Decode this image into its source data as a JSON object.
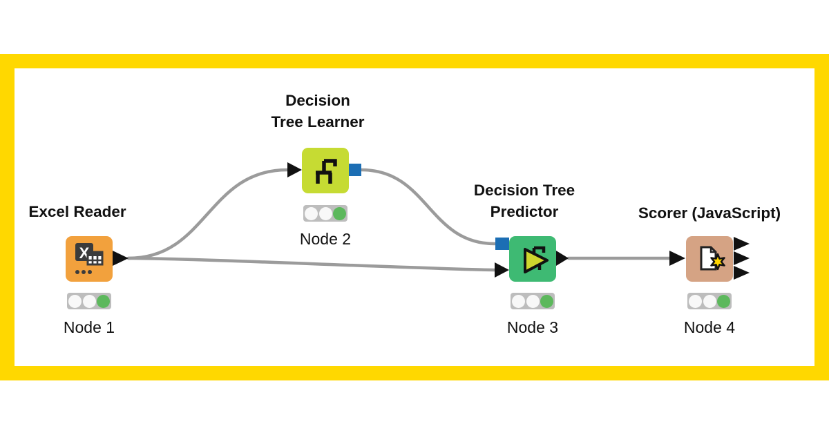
{
  "frame": {
    "color": "#FFD800"
  },
  "canvas": {
    "background": "#FFFFFF"
  },
  "workflow": {
    "nodes": [
      {
        "name": "Excel Reader",
        "title_lines": [
          "Excel Reader"
        ],
        "label": "Node 1",
        "node_color": "#F2A13D",
        "icon": "excel-reader-icon",
        "status_lights": [
          "off",
          "off",
          "green"
        ],
        "inputs": [],
        "outputs": [
          "data"
        ]
      },
      {
        "name": "Decision Tree Learner",
        "title_lines": [
          "Decision",
          "Tree Learner"
        ],
        "label": "Node 2",
        "node_color": "#C6DB33",
        "icon": "decision-tree-learner-icon",
        "status_lights": [
          "off",
          "off",
          "green"
        ],
        "inputs": [
          "data"
        ],
        "outputs": [
          "model"
        ]
      },
      {
        "name": "Decision Tree Predictor",
        "title_lines": [
          "Decision Tree",
          "Predictor"
        ],
        "label": "Node 3",
        "node_color": "#3EBA73",
        "icon": "decision-tree-predictor-icon",
        "status_lights": [
          "off",
          "off",
          "green"
        ],
        "inputs": [
          "model",
          "data"
        ],
        "outputs": [
          "data"
        ]
      },
      {
        "name": "Scorer (JavaScript)",
        "title_lines": [
          "Scorer (JavaScript)"
        ],
        "label": "Node 4",
        "node_color": "#D5A384",
        "icon": "scorer-javascript-icon",
        "status_lights": [
          "off",
          "off",
          "green"
        ],
        "inputs": [
          "data"
        ],
        "outputs": [
          "data",
          "data",
          "data"
        ]
      }
    ],
    "connections": [
      {
        "from": "Node 1",
        "to": "Node 2"
      },
      {
        "from": "Node 1",
        "to": "Node 3"
      },
      {
        "from": "Node 2",
        "to": "Node 3"
      },
      {
        "from": "Node 3",
        "to": "Node 4"
      }
    ]
  },
  "colors": {
    "frame_yellow": "#FFD800",
    "wire_gray": "#9B9B9B",
    "port_black": "#111111",
    "port_blue": "#1C6EB4",
    "status_green": "#5CB85C",
    "status_off": "#F8F8F8",
    "status_bg": "#BDBDBD",
    "node_orange": "#F2A13D",
    "node_lime": "#C6DB33",
    "node_green": "#3EBA73",
    "node_tan": "#D5A384",
    "text": "#111111"
  }
}
